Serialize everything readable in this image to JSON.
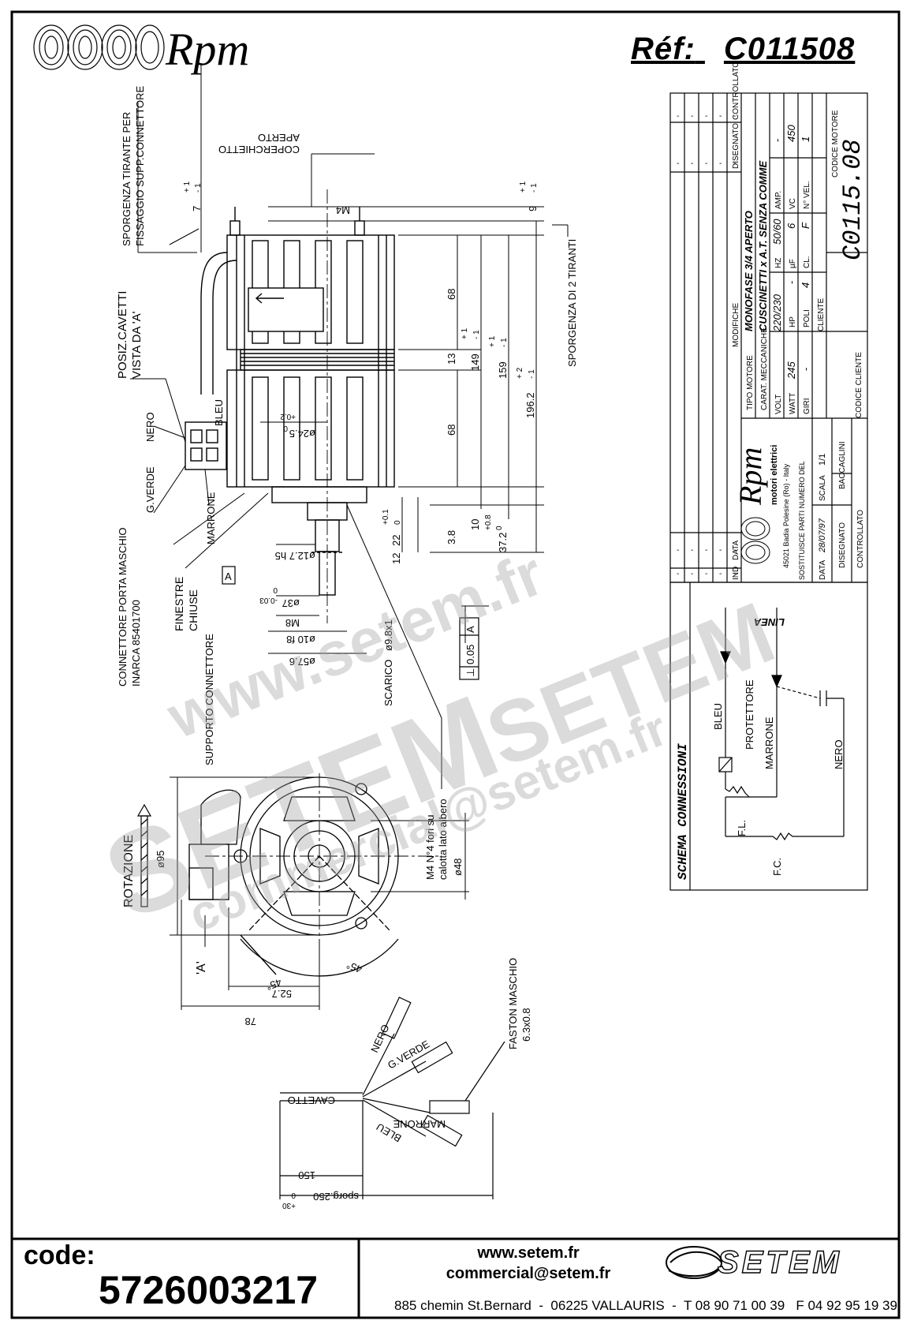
{
  "header": {
    "brand": "Rpm",
    "ref_label": "Réf:",
    "ref_value": "C011508"
  },
  "drawing": {
    "top_left_note": [
      "SPORGENZA TIRANTE PER",
      "FISSAGGIO SUPP.CONNETTORE"
    ],
    "coperchietto": [
      "COPERCHIETTO",
      "APERTO"
    ],
    "m4": "M4",
    "dim_7": "7",
    "dim_7_tol": [
      "+ 1",
      "- 1"
    ],
    "dim_9": "9",
    "dim_9_tol": [
      "+ 1",
      "- 1"
    ],
    "posiz_cavetti": [
      "POSIZ.CAVETTI",
      "VISTA DA 'A'"
    ],
    "bleu": "BLEU",
    "nero": "NERO",
    "g_verde": "G.VERDE",
    "marrone": "MARRONE",
    "connettore": [
      "CONNETTORE PORTA MASCHIO",
      "INARCA 85401700"
    ],
    "finestre": [
      "FINESTRE",
      "CHIUSE"
    ],
    "supporto": "SUPPORTO CONNETTORE",
    "dia_24_5": "ø24.5",
    "dia_24_5_tol": "+0.2",
    "dia_24_5_tol0": "0",
    "dia_12_7": "ø12.7 h5",
    "dia_37": "ø37",
    "dia_37_tol": "0",
    "dia_37_tol2": "-0.03",
    "m8": "M8",
    "dia_10": "ø10 f8",
    "dia_57_6": "ø57.6",
    "dia_9_8": "ø9.8x1",
    "scarico": "SCARICO",
    "datum_a": "A",
    "tol_frame": [
      "⊥",
      "0.05",
      "A"
    ],
    "dim_68a": "68",
    "dim_13": "13",
    "dim_68b": "68",
    "dim_149": "149",
    "dim_149_tol": [
      "+ 1",
      "- 1"
    ],
    "dim_159": "159",
    "dim_159_tol": [
      "+ 1",
      "- 1"
    ],
    "dim_196": "196.2",
    "dim_196_tol": [
      "+ 2",
      "- 1"
    ],
    "sporgenza_2": "SPORGENZA DI 2 TIRANTI",
    "dim_3_8": "3.8",
    "dim_12": "12",
    "dim_22": "22",
    "dim_22_tol": [
      "+0.1",
      "0"
    ],
    "dim_10": "10",
    "dim_10_tol": [
      "+0.8",
      "0"
    ],
    "dim_37_2": "37.2",
    "rotazione": "ROTAZIONE",
    "dia_95": "ø95",
    "dia_48": "ø48",
    "m4_fori": [
      "M4 N°4 fori su",
      "calotta lato albero"
    ],
    "view_a": "'A'",
    "angle_45a": "45°",
    "angle_45b": "45°",
    "dim_52_7": "52.7",
    "dim_78": "78",
    "faston": [
      "FASTON MASCHIO",
      "6.3x0.8"
    ],
    "cavetto": "CAVETTO",
    "dim_150": "150",
    "sporg_250": "sporg.250",
    "sporg_250_tol": [
      "+30",
      "0"
    ],
    "lead_nero": "NERO",
    "lead_gverde": "G.VERDE",
    "lead_marrone": "MARRONE",
    "lead_bleu": "BLEU"
  },
  "title_block": {
    "disegnato": "DISEGNATO",
    "controllato": "CONTROLLATO",
    "modifiche": "MODIFICHE",
    "ind": "IND",
    "data": "DATA",
    "tipo_motore_label": "TIPO MOTORE",
    "tipo_motore_value": "MONOFASE 3/4 APERTO",
    "carat_label": "CARAT. MECCANICHE",
    "carat_value": "CUSCINETTI x A.T. SENZA COMME",
    "volt_label": "VOLT",
    "volt_value": "220/230",
    "hz_label": "HZ",
    "hz_value": "50/60",
    "amp_label": "AMP.",
    "amp_value": "-",
    "watt_label": "WATT",
    "watt_value": "245",
    "hp_label": "HP",
    "hp_value": "-",
    "uf_label": "µF",
    "uf_value": "6",
    "vc_label": "VC",
    "vc_value": "450",
    "giri_label": "GIRI",
    "giri_value": "-",
    "poli_label": "POLI",
    "poli_value": "4",
    "cl_label": "CL.",
    "cl_value": "F",
    "nvel_label": "N° VEL.",
    "nvel_value": "1",
    "cliente_label": "CLIENTE",
    "codice_motore_label": "CODICE MOTORE",
    "codice_motore_value": "C0115.08",
    "codice_cliente_label": "CODICE CLIENTE",
    "company_brand": "Rpm",
    "company_sub": "motori elettrici",
    "company_addr": "45021 Badia Polesine (Ro) - Italy",
    "sostituisce": "SOSTITUISCE PARTI NUMERO DEL",
    "sostituisce_value": "-",
    "data_row_label": "DATA",
    "data_row_value": "28/07/97",
    "scala_label": "SCALA",
    "scala_value": "1/1",
    "disegnato_row": "DISEGNATO",
    "disegnato_name": "BACCAGLINI",
    "controllato_row": "CONTROLLATO"
  },
  "schema": {
    "title": "SCHEMA CONNESSIONI",
    "linea": "LINEA",
    "bleu": "BLEU",
    "protettore": "PROTETTORE",
    "marrone": "MARRONE",
    "nero": "NERO",
    "fl": "F.L.",
    "fc": "F.C."
  },
  "footer": {
    "code_label": "code:",
    "code_value": "5726003217",
    "web": "www.setem.fr",
    "email": "commercial@setem.fr",
    "address": "885 chemin St.Bernard  -  06225 VALLAURIS  -  T 08 90 71 00 39   F 04 92 95 19 39",
    "setem_logo": "SETEM"
  },
  "watermark": {
    "big": "SETEM",
    "url": "www.setem.fr",
    "email": "commercial@setem.fr"
  }
}
